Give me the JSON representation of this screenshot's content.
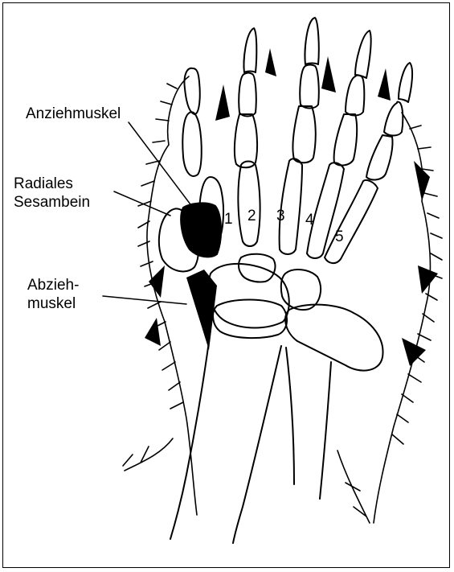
{
  "labels": {
    "anziehmuskel": "Anziehmuskel",
    "radiales_line1": "Radiales",
    "radiales_line2": "Sesambein",
    "abzieh_line1": "Abzieh-",
    "abzieh_line2": "muskel"
  },
  "digits": [
    "1",
    "2",
    "3",
    "4",
    "5"
  ],
  "colors": {
    "ink": "#000000",
    "paper": "#ffffff"
  }
}
